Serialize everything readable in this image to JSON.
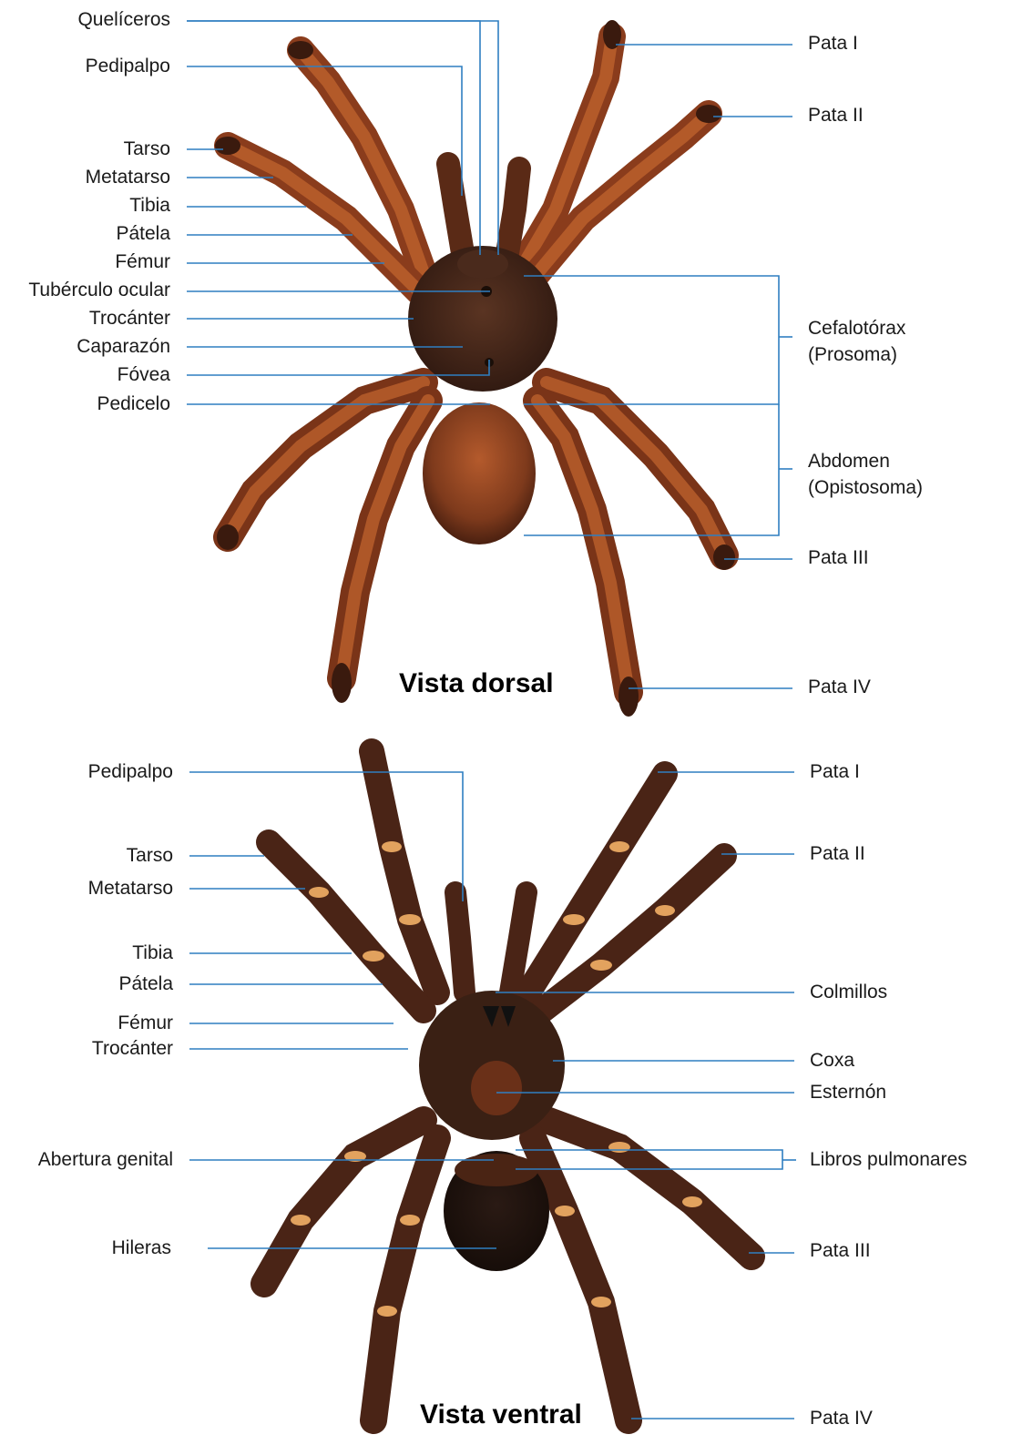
{
  "dorsal": {
    "title": "Vista dorsal",
    "left_labels": {
      "queliceros": "Quelíceros",
      "pedipalpo": "Pedipalpo",
      "tarso": "Tarso",
      "metatarso": "Metatarso",
      "tibia": "Tibia",
      "patela": "Pátela",
      "femur": "Fémur",
      "tuberculo": "Tubérculo ocular",
      "trocanter": "Trocánter",
      "caparazon": "Caparazón",
      "fovea": "Fóvea",
      "pedicelo": "Pedicelo"
    },
    "right_labels": {
      "pata1": "Pata I",
      "pata2": "Pata II",
      "cefalotorax": "Cefalotórax",
      "prosoma": "(Prosoma)",
      "abdomen": "Abdomen",
      "opistosoma": "(Opistosoma)",
      "pata3": "Pata III",
      "pata4": "Pata IV"
    }
  },
  "ventral": {
    "title": "Vista ventral",
    "left_labels": {
      "pedipalpo": "Pedipalpo",
      "tarso": "Tarso",
      "metatarso": "Metatarso",
      "tibia": "Tibia",
      "patela": "Pátela",
      "femur": "Fémur",
      "trocanter": "Trocánter",
      "abertura": "Abertura genital",
      "hileras": "Hileras"
    },
    "right_labels": {
      "pata1": "Pata I",
      "pata2": "Pata II",
      "colmillos": "Colmillos",
      "coxa": "Coxa",
      "esternon": "Esternón",
      "libros": "Libros pulmonares",
      "pata3": "Pata III",
      "pata4": "Pata IV"
    }
  },
  "colors": {
    "leader_line": "#2f7fc1",
    "body_dark": "#3a1f14",
    "hair_orange": "#b5552a",
    "band_light": "#e2a25e"
  }
}
